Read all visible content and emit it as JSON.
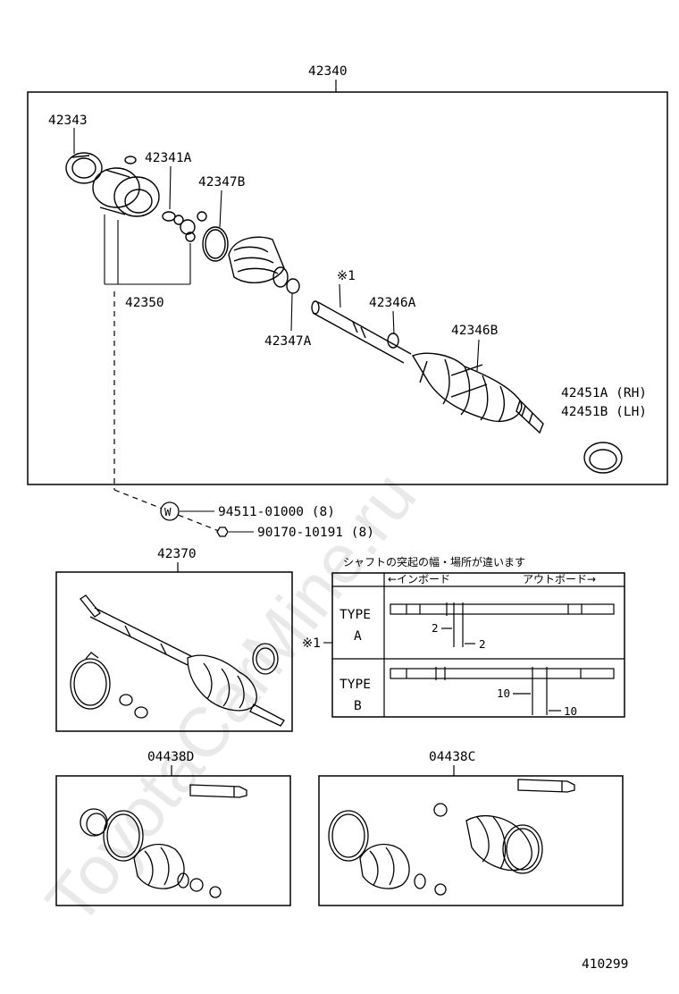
{
  "watermark": "ToyotaCarMine.ru",
  "main_assembly": {
    "number": "42340",
    "parts": {
      "p42343": "42343",
      "p42341A": "42341A",
      "p42347B": "42347B",
      "p42350": "42350",
      "p42347A": "42347A",
      "note_ref": "※1",
      "p42346A": "42346A",
      "p42346B": "42346B",
      "p42451A": "42451A (RH)",
      "p42451B": "42451B (LH)"
    }
  },
  "fasteners": {
    "washer_symbol": "W",
    "f1": "94511-01000 (8)",
    "f2": "90170-10191 (8)"
  },
  "shaft_assembly": {
    "number": "42370"
  },
  "note_table": {
    "caption": "シャフトの突起の幅・場所が違います",
    "ref": "※1",
    "header_inboard": "←インボード",
    "header_outboard": "アウトボード→",
    "row_a_line1": "TYPE",
    "row_a_line2": "A",
    "row_b_line1": "TYPE",
    "row_b_line2": "B",
    "dim_a1": "2",
    "dim_a2": "2",
    "dim_b1": "10",
    "dim_b2": "10"
  },
  "kit_d": {
    "number": "04438D"
  },
  "kit_c": {
    "number": "04438C"
  },
  "diagram_id": "410299"
}
